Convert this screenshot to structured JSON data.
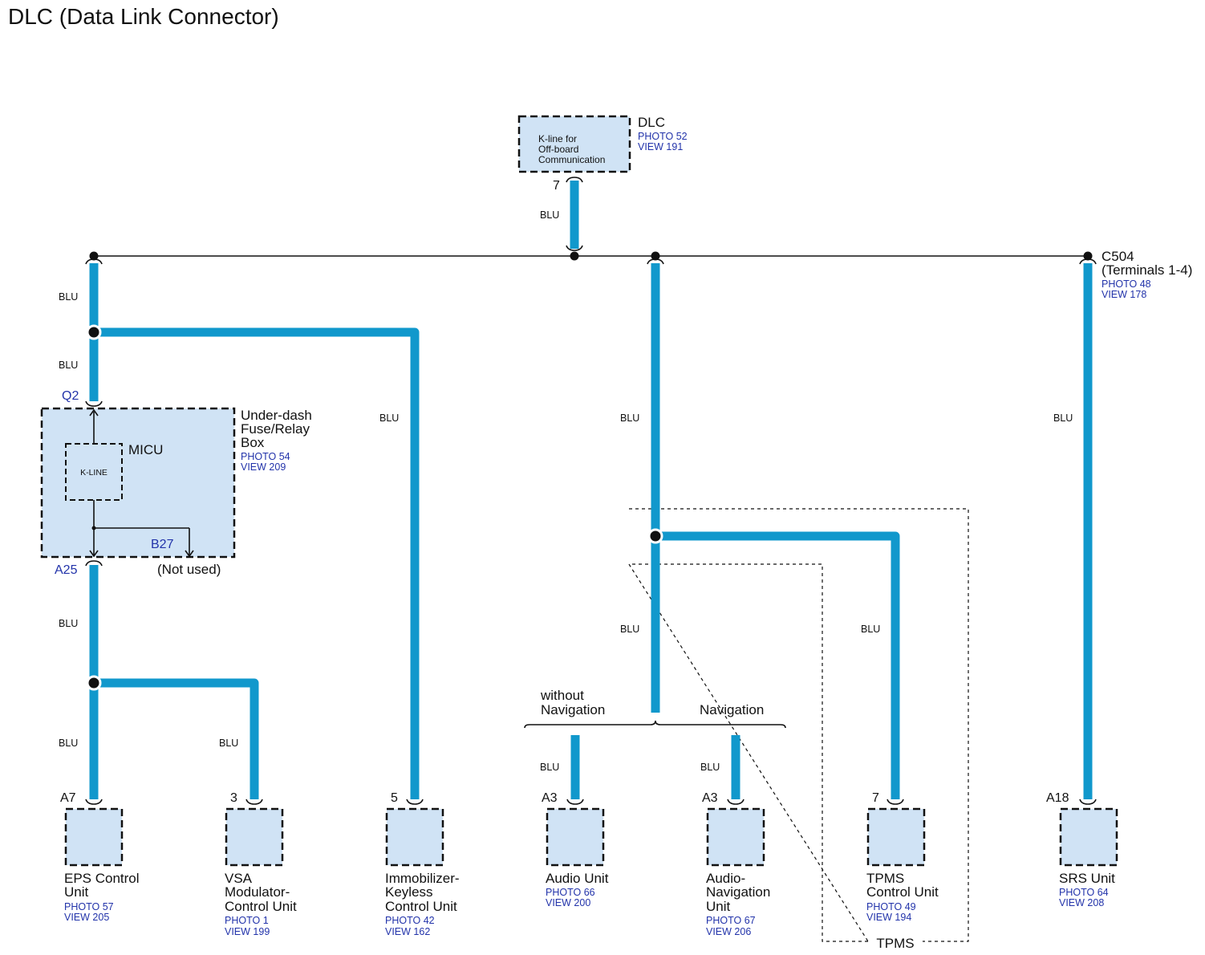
{
  "title": "DLC (Data Link Connector)",
  "dlc": {
    "name": "DLC",
    "box_lines": [
      "K-line for",
      "Off-board",
      "Communication"
    ],
    "photo": "PHOTO 52",
    "view": "VIEW 191",
    "pin": "7"
  },
  "c504": {
    "name": "C504",
    "sub": "(Terminals 1-4)",
    "photo": "PHOTO 48",
    "view": "VIEW 178"
  },
  "micu": {
    "box_name": [
      "Under-dash",
      "Fuse/Relay",
      "Box"
    ],
    "photo": "PHOTO 54",
    "view": "VIEW 209",
    "unit_name": "MICU",
    "kline": "K-LINE",
    "pin_top": "Q2",
    "pin_bottom": "A25",
    "pin_b27": "B27",
    "not_used": "(Not used)"
  },
  "wire_color": "BLU",
  "groups": {
    "without_nav": [
      "without",
      "Navigation"
    ],
    "nav": "Navigation",
    "tpms": "TPMS"
  },
  "components": [
    {
      "pin": "A7",
      "name": [
        "EPS Control",
        "Unit"
      ],
      "photo": "PHOTO 57",
      "view": "VIEW 205"
    },
    {
      "pin": "3",
      "name": [
        "VSA",
        "Modulator-",
        "Control Unit"
      ],
      "photo": "PHOTO 1",
      "view": "VIEW 199"
    },
    {
      "pin": "5",
      "name": [
        "Immobilizer-",
        "Keyless",
        "Control Unit"
      ],
      "photo": "PHOTO 42",
      "view": "VIEW 162"
    },
    {
      "pin": "A3",
      "name": [
        "Audio Unit"
      ],
      "photo": "PHOTO 66",
      "view": "VIEW 200"
    },
    {
      "pin": "A3",
      "name": [
        "Audio-",
        "Navigation",
        "Unit"
      ],
      "photo": "PHOTO 67",
      "view": "VIEW 206"
    },
    {
      "pin": "7",
      "name": [
        "TPMS",
        "Control Unit"
      ],
      "photo": "PHOTO 49",
      "view": "VIEW 194"
    },
    {
      "pin": "A18",
      "name": [
        "SRS Unit"
      ],
      "photo": "PHOTO 64",
      "view": "VIEW 208"
    }
  ],
  "colors": {
    "wire": "#1198cc",
    "component_fill": "#d0e3f5",
    "reference_text": "#2233aa"
  }
}
